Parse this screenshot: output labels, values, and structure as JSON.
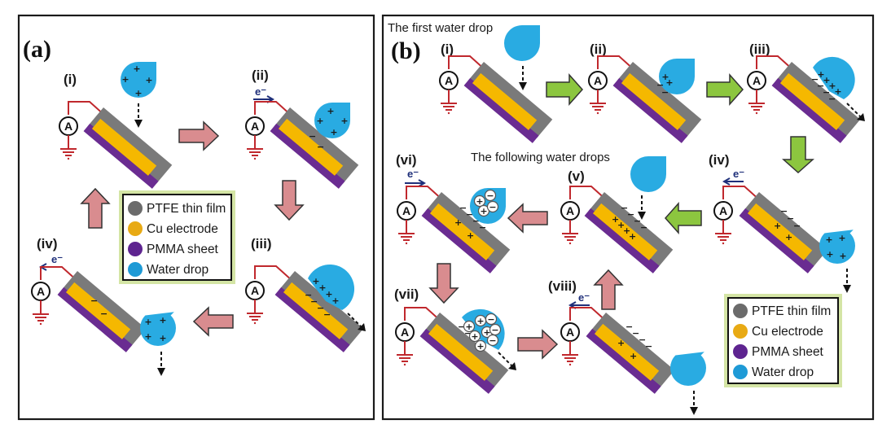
{
  "panels": {
    "a": {
      "label": "(a)",
      "steps": [
        {
          "id": "i",
          "label": "(i)",
          "drop_charges": "positive",
          "electrode_charges": "none",
          "electron_flow": "none"
        },
        {
          "id": "ii",
          "label": "(ii)",
          "drop_charges": "positive",
          "electrode_charges": "negative",
          "electron_flow": "right"
        },
        {
          "id": "iii",
          "label": "(iii)",
          "drop_charges": "positive",
          "electrode_charges": "negative",
          "electron_flow": "none"
        },
        {
          "id": "iv",
          "label": "(iv)",
          "drop_charges": "positive",
          "electrode_charges": "negative",
          "electron_flow": "left"
        }
      ],
      "legend": [
        {
          "label": "PTFE thin film",
          "color": "#6b6b6b"
        },
        {
          "label": "Cu electrode",
          "color": "#f2b705"
        },
        {
          "label": "PMMA sheet",
          "color": "#6a2c91"
        },
        {
          "label": "Water drop",
          "color": "#29a8e0"
        }
      ]
    },
    "b": {
      "label": "(b)",
      "caption_first": "The first water drop",
      "caption_following": "The following water drops",
      "steps": [
        {
          "id": "i",
          "label": "(i)"
        },
        {
          "id": "ii",
          "label": "(ii)"
        },
        {
          "id": "iii",
          "label": "(iii)"
        },
        {
          "id": "iv",
          "label": "(iv)"
        },
        {
          "id": "v",
          "label": "(v)"
        },
        {
          "id": "vi",
          "label": "(vi)"
        },
        {
          "id": "vii",
          "label": "(vii)"
        },
        {
          "id": "viii",
          "label": "(viii)"
        }
      ],
      "legend": [
        {
          "label": "PTFE thin film",
          "color": "#6b6b6b"
        },
        {
          "label": "Cu electrode",
          "color": "#f2b705"
        },
        {
          "label": "PMMA sheet",
          "color": "#6a2c91"
        },
        {
          "label": "Water drop",
          "color": "#29a8e0"
        }
      ]
    }
  },
  "symbols": {
    "ammeter": "A",
    "electron": "e⁻",
    "plus": "+",
    "minus": "−"
  },
  "colors": {
    "ptfe": "#7a7a7a",
    "cu": "#f5b800",
    "pmma": "#6a2c91",
    "water": "#29abe2",
    "wire": "#c0282d",
    "arrow_a": "#d98c8f",
    "arrow_b": "#8cc63f",
    "electron_arrow": "#1f2f7a"
  }
}
